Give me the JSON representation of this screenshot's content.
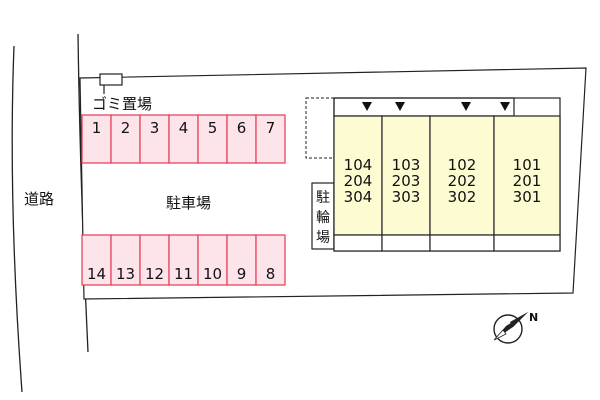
{
  "labels": {
    "road": "道路",
    "garbage": "ゴミ置場",
    "parking": "駐車場",
    "bicycle_parking": [
      "駐",
      "輪",
      "場"
    ]
  },
  "parking_top": [
    "1",
    "2",
    "3",
    "4",
    "5",
    "6",
    "7"
  ],
  "parking_bottom": [
    "14",
    "13",
    "12",
    "11",
    "10",
    "9",
    "8"
  ],
  "units": [
    [
      "104",
      "204",
      "304"
    ],
    [
      "103",
      "203",
      "303"
    ],
    [
      "102",
      "202",
      "302"
    ],
    [
      "101",
      "201",
      "301"
    ]
  ],
  "north_label": "N",
  "colors": {
    "parking_fill": "#fde4ea",
    "parking_stroke": "#e03a55",
    "building_fill": "#fdfbd2",
    "line": "#222222"
  }
}
